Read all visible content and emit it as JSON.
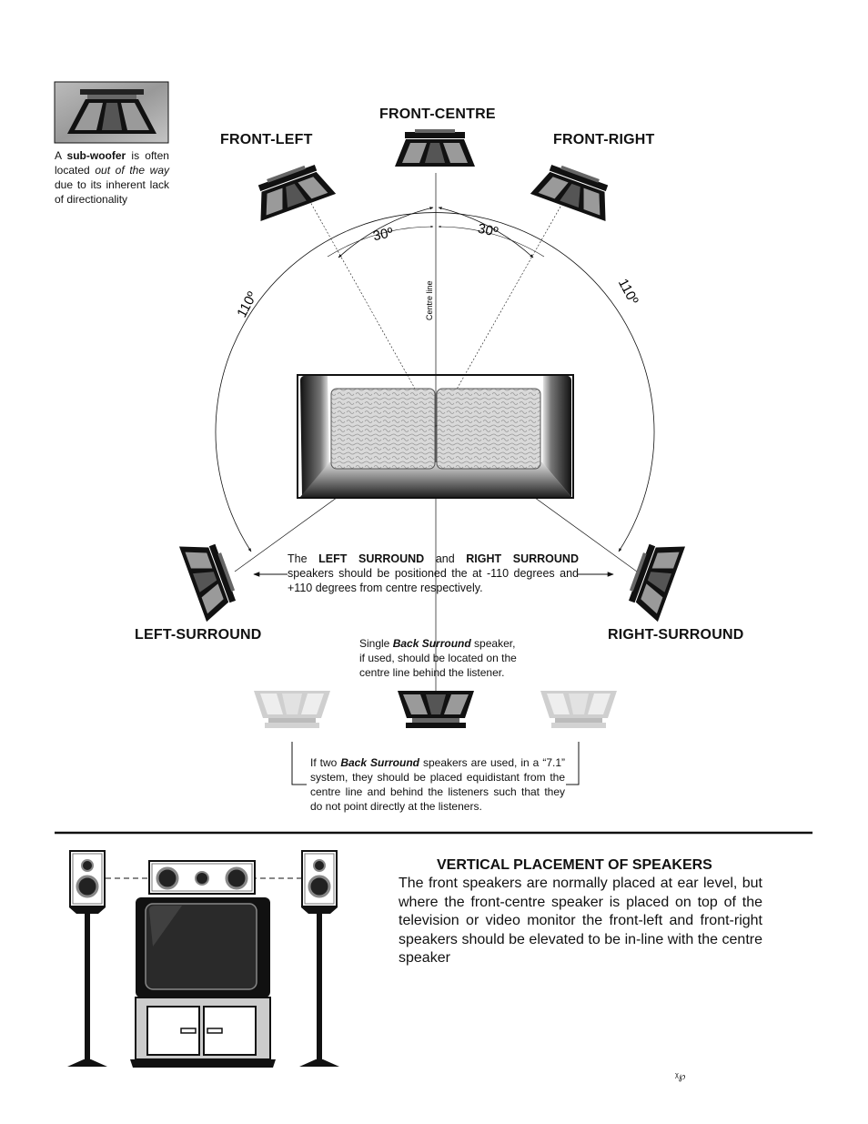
{
  "labels": {
    "front_centre": "FRONT-CENTRE",
    "front_left": "FRONT-LEFT",
    "front_right": "FRONT-RIGHT",
    "left_surround": "LEFT-SURROUND",
    "right_surround": "RIGHT-SURROUND"
  },
  "angles": {
    "left_30": "30º",
    "right_30": "30º",
    "left_110": "110º",
    "right_110": "110º",
    "centre_line": "Centre line"
  },
  "subwoofer_note": {
    "p1": "A ",
    "b1": "sub-woofer",
    "p2": " is often located ",
    "i1": "out of the way",
    "p3": " due to its inherent lack of directionality"
  },
  "surround_note": {
    "p1": "The ",
    "b1": "LEFT SURROUND",
    "p2": " and ",
    "b2": "RIGHT SURROUND",
    "p3": " speakers should be positioned the at -110 degrees and +110 degrees from centre respectively."
  },
  "back_note": {
    "p1": "Single ",
    "bi1": "Back Surround",
    "p2": " speaker, if used, should be located on the centre line behind the listener."
  },
  "two_back_note": {
    "p1": "If two ",
    "bi1": "Back Surround",
    "p2": " speakers are used, in a “7.1” system, they should be placed equidistant from the centre line and behind the listeners such that they do not point directly at the listeners."
  },
  "vertical": {
    "title": "VERTICAL PLACEMENT OF SPEAKERS",
    "text": "The front speakers are normally placed at ear level, but where the front-centre speaker is placed on top of the television or video monitor the front-left and front-right speakers should be elevated to be in-line with the centre speaker"
  },
  "footer_mark": "ᵡ℘",
  "colors": {
    "ink": "#111111",
    "mid_grey": "#888888",
    "light_grey": "#d6d6d6",
    "cone_grey": "#9a9a9a"
  }
}
